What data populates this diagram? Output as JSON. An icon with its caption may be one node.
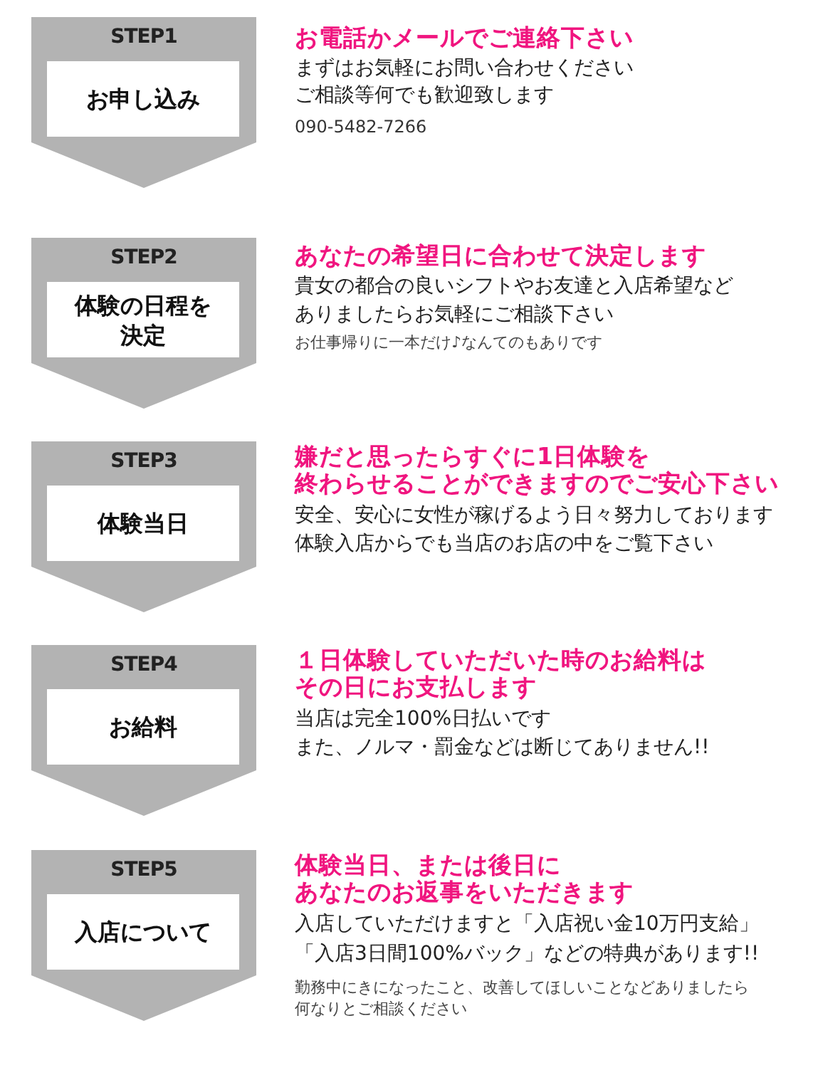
{
  "diagram": {
    "nodes": [
      {
        "text": [
          "STEP1",
          "お申し込み"
        ],
        "beside": [
          "お電話かメールでご連絡下さい",
          "まずはお気軽にお問い合わせください",
          "ご相談等何でも歓迎致します",
          "090-5482-7266"
        ]
      },
      {
        "text": [
          "STEP2",
          "体験の日程を決定"
        ],
        "beside": [
          "あなたの希望日に合わせて決定します",
          "貴女の都合の良いシフトやお友達と入店希望など",
          "ありましたらお気軽にご相談下さい",
          "お仕事帰りに一本だけ♪なんてのもありです"
        ]
      },
      {
        "text": [
          "STEP3",
          "体験当日"
        ],
        "beside": [
          "嫌だと思ったらすぐに1日体験を",
          "終わらせることができますのでご安心下さい",
          "安全、安心に女性が稼げるよう日々努力しております",
          "体験入店からでも当店のお店の中をご覧下さい"
        ]
      },
      {
        "text": [
          "STEP4",
          "お給料"
        ],
        "beside": [
          "１日体験していただいた時のお給料は",
          "その日にお支払します",
          "当店は完全100%日払いです",
          "また、ノルマ・罰金などは断じてありません!!"
        ]
      },
      {
        "text": [
          "STEP5",
          "入店について"
        ],
        "beside": [
          "体験当日、または後日に",
          "あなたのお返事をいただきます",
          "入店していただけますと「入店祝い金10万円支給」",
          "「入店3日間100%バック」などの特典があります!!",
          "勤務中にきになったこと、改善してほしいことなどありましたら何なりとご相談ください"
        ]
      }
    ]
  }
}
